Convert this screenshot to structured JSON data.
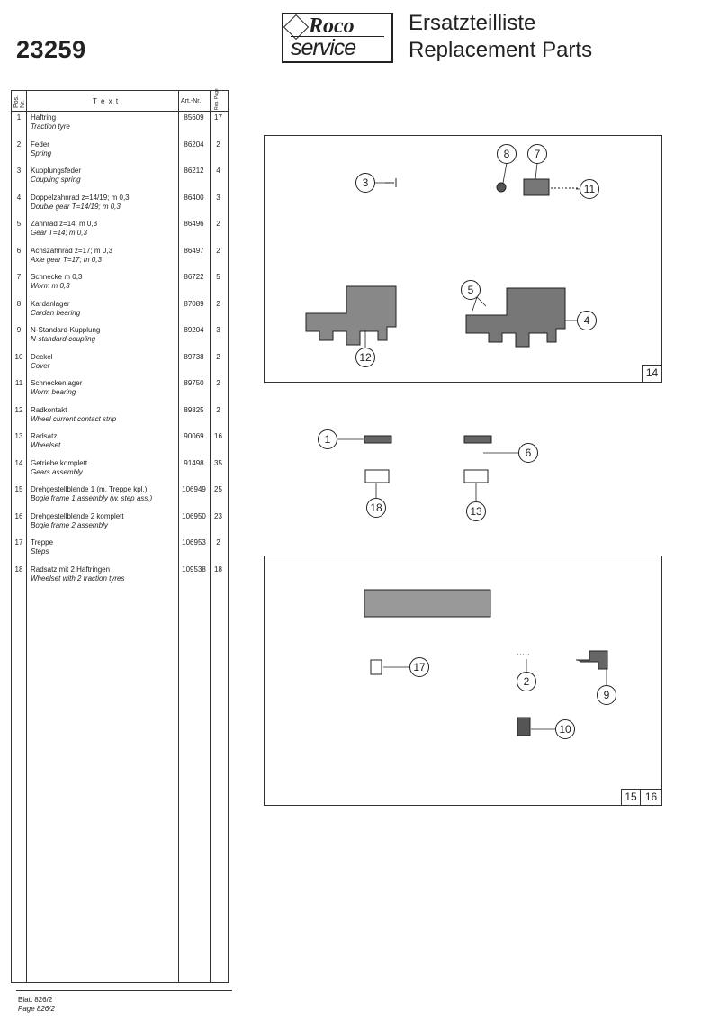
{
  "header": {
    "doc_number": "23259",
    "logo_text": "Roco service",
    "title_de": "Ersatzteilliste",
    "title_en": "Replacement Parts"
  },
  "table": {
    "columns": [
      "Pos. Nr.",
      "T e x t",
      "Art.-Nr.",
      "Rep. Page"
    ],
    "rows": [
      {
        "pos": "1",
        "de": "Haftring",
        "en": "Traction tyre",
        "art": "85609",
        "qty": "17"
      },
      {
        "pos": "2",
        "de": "Feder",
        "en": "Spring",
        "art": "86204",
        "qty": "2"
      },
      {
        "pos": "3",
        "de": "Kupplungsfeder",
        "en": "Coupling spring",
        "art": "86212",
        "qty": "4"
      },
      {
        "pos": "4",
        "de": "Doppelzahnrad z=14/19; m 0,3",
        "en": "Double gear T=14/19; m 0,3",
        "art": "86400",
        "qty": "3"
      },
      {
        "pos": "5",
        "de": "Zahnrad z=14; m 0,3",
        "en": "Gear T=14; m 0,3",
        "art": "86496",
        "qty": "2"
      },
      {
        "pos": "6",
        "de": "Achszahnrad z=17; m 0,3",
        "en": "Axle gear T=17; m 0,3",
        "art": "86497",
        "qty": "2"
      },
      {
        "pos": "7",
        "de": "Schnecke m 0,3",
        "en": "Worm m 0,3",
        "art": "86722",
        "qty": "5"
      },
      {
        "pos": "8",
        "de": "Kardanlager",
        "en": "Cardan bearing",
        "art": "87089",
        "qty": "2"
      },
      {
        "pos": "9",
        "de": "N-Standard-Kupplung",
        "en": "N-standard-coupling",
        "art": "89204",
        "qty": "3"
      },
      {
        "pos": "10",
        "de": "Deckel",
        "en": "Cover",
        "art": "89738",
        "qty": "2"
      },
      {
        "pos": "11",
        "de": "Schneckenlager",
        "en": "Worm bearing",
        "art": "89750",
        "qty": "2"
      },
      {
        "pos": "12",
        "de": "Radkontakt",
        "en": "Wheel current contact strip",
        "art": "89825",
        "qty": "2"
      },
      {
        "pos": "13",
        "de": "Radsatz",
        "en": "Wheelset",
        "art": "90069",
        "qty": "16"
      },
      {
        "pos": "14",
        "de": "Getriebe komplett",
        "en": "Gears assembly",
        "art": "91498",
        "qty": "35"
      },
      {
        "pos": "15",
        "de": "Drehgestellblende 1 (m. Treppe kpl.)",
        "en": "Bogie frame 1 assembly (w. step ass.)",
        "art": "106949",
        "qty": "25"
      },
      {
        "pos": "16",
        "de": "Drehgestellblende 2 komplett",
        "en": "Bogie frame 2 assembly",
        "art": "106950",
        "qty": "23"
      },
      {
        "pos": "17",
        "de": "Treppe",
        "en": "Steps",
        "art": "106953",
        "qty": "2"
      },
      {
        "pos": "18",
        "de": "Radsatz mit 2 Haftringen",
        "en": "Wheelset with 2 traction tyres",
        "art": "109538",
        "qty": "18"
      }
    ]
  },
  "diagram": {
    "frame1_tag": "14",
    "frame2_tags": [
      "15",
      "16"
    ],
    "callouts": [
      "3",
      "8",
      "7",
      "11",
      "5",
      "4",
      "12",
      "1",
      "6",
      "18",
      "13",
      "17",
      "2",
      "9",
      "10"
    ]
  },
  "footer": {
    "sheet_de": "Blatt 826/2",
    "sheet_en": "Page 826/2"
  }
}
